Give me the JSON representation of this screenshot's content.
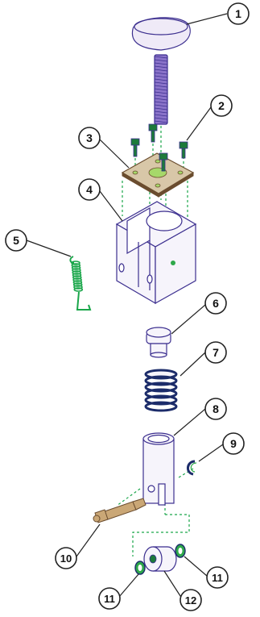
{
  "diagram": {
    "colors": {
      "outline": "#3c2f8f",
      "part_fill": "#f6f4fb",
      "knob_fill": "#efeaf7",
      "screw_fill": "#8a73c9",
      "bolt_fill": "#1d7a3a",
      "plate_fill": "#d8c7a8",
      "plate_stroke": "#6a4c2e",
      "plate_hole": "#a6d86a",
      "spring_green": "#1aa64a",
      "spring_dark": "#1c2c6a",
      "leader": "#222222",
      "dash": "#1aa64a",
      "stud": "#caa776",
      "accent_green": "#2ea84a"
    },
    "callouts": [
      {
        "number": "1"
      },
      {
        "number": "2"
      },
      {
        "number": "3"
      },
      {
        "number": "4"
      },
      {
        "number": "5"
      },
      {
        "number": "6"
      },
      {
        "number": "7"
      },
      {
        "number": "8"
      },
      {
        "number": "9"
      },
      {
        "number": "10"
      },
      {
        "number": "11"
      },
      {
        "number": "11"
      },
      {
        "number": "12"
      }
    ]
  }
}
